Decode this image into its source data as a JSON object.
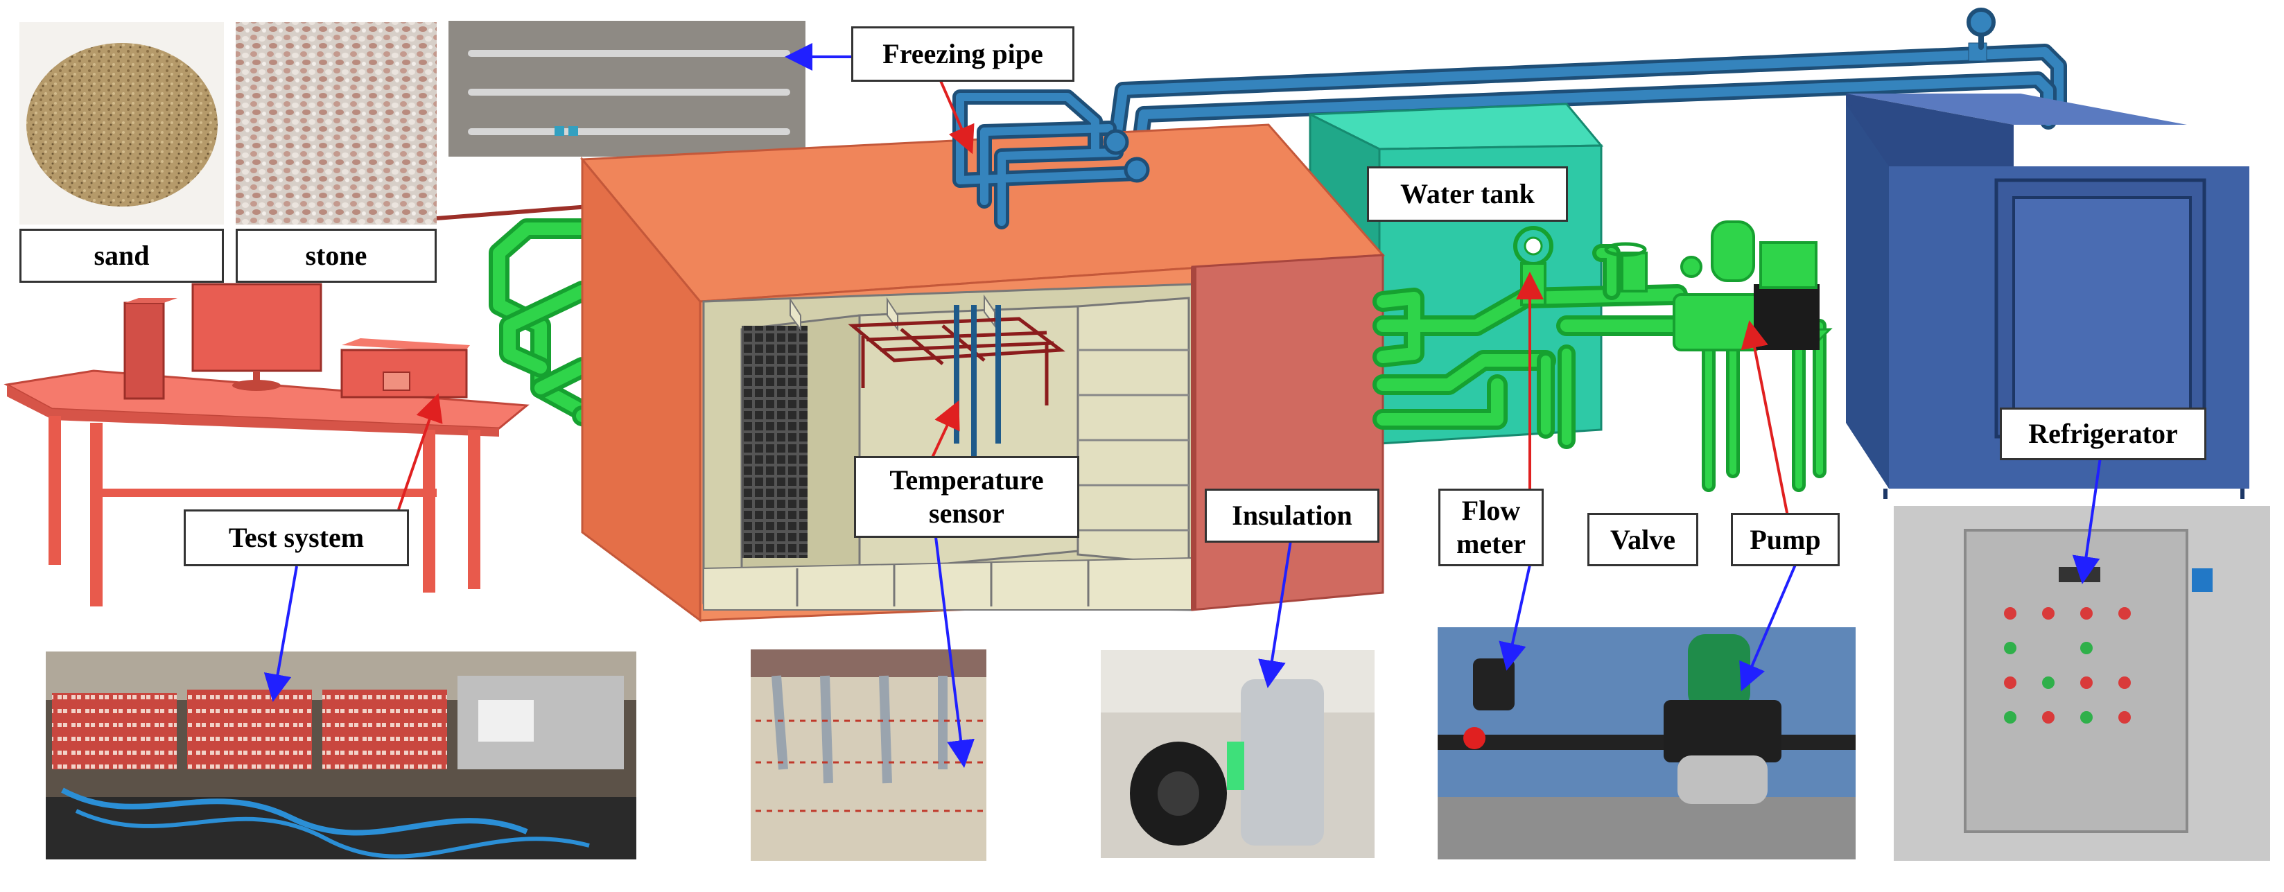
{
  "colors": {
    "chamber": "#f0855a",
    "chamber_dark": "#d45f3c",
    "interior": "#dcdab8",
    "insulation": "#d06a60",
    "water_tank": "#2ec9a6",
    "refrigerator": "#3f62a6",
    "refrigerator_dark": "#2c4a86",
    "green_pipe": "#2fd44a",
    "blue_pipe": "#2a6fa2",
    "desk": "#f2685c",
    "arrow_red": "#e02020",
    "arrow_blue": "#2020ff"
  },
  "labels": {
    "sand": "sand",
    "stone": "stone",
    "freezing_pipe": "Freezing pipe",
    "water_tank": "Water tank",
    "test_system": "Test system",
    "temperature_sensor": "Temperature\nsensor",
    "insulation": "Insulation",
    "flow_meter": "Flow\nmeter",
    "valve": "Valve",
    "pump": "Pump",
    "refrigerator": "Refrigerator"
  },
  "photos": [
    {
      "name": "sand-photo",
      "icon": "sand-pile-photo"
    },
    {
      "name": "stone-photo",
      "icon": "gravel-photo"
    },
    {
      "name": "freezing-pipe-photo",
      "icon": "pipes-photo"
    },
    {
      "name": "test-system-photo",
      "icon": "data-logger-photo"
    },
    {
      "name": "temperature-sensor-photo",
      "icon": "sensor-rods-photo"
    },
    {
      "name": "insulation-photo",
      "icon": "insulation-rolls-photo"
    },
    {
      "name": "pump-photo",
      "icon": "pump-station-photo"
    },
    {
      "name": "refrigerator-photo",
      "icon": "control-cabinet-photo"
    }
  ]
}
